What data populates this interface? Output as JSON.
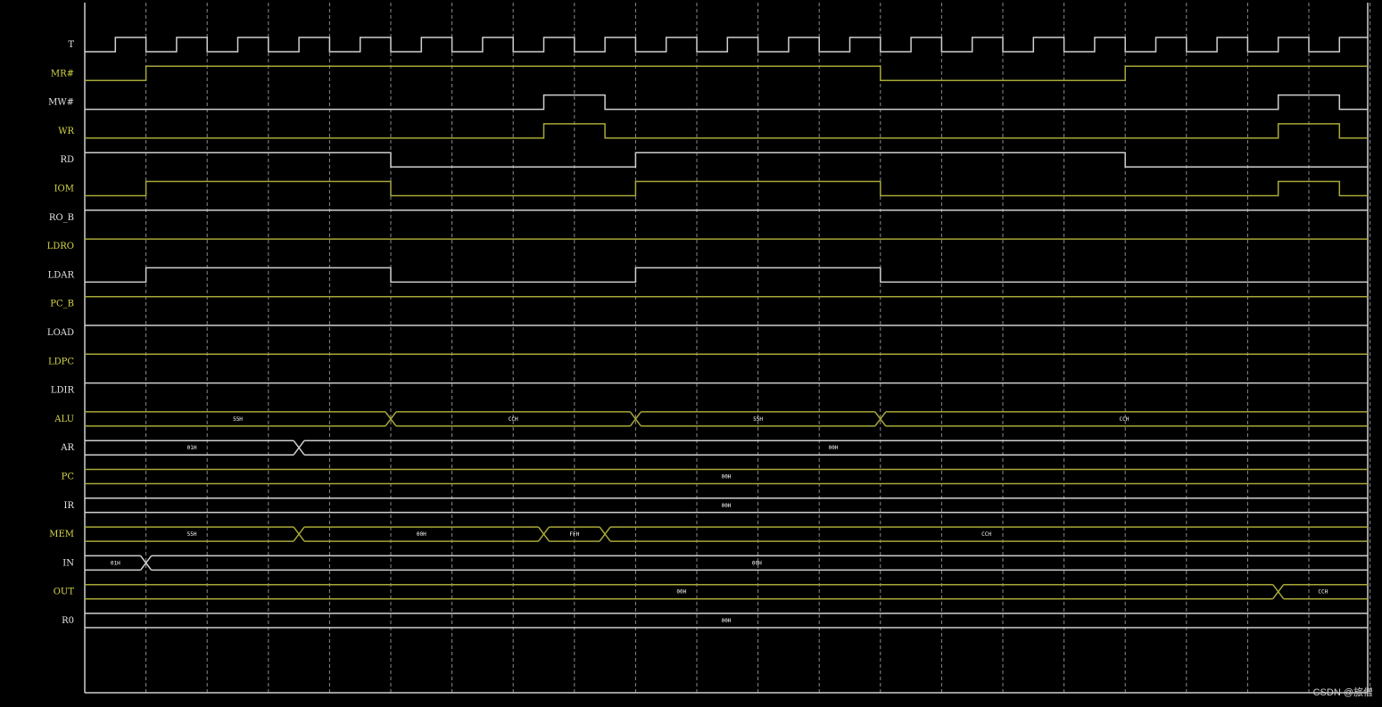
{
  "colors": {
    "background": "#000000",
    "white_signal": "#cfcfcf",
    "yellow_signal": "#a8a83a",
    "white_label": "#e4e4e4",
    "yellow_label": "#d6d64a",
    "grid": "#8a8a8a",
    "frame": "#cfcfcf"
  },
  "watermark": "CSDN @旅僧",
  "signals": [
    {
      "name": "T",
      "color": "white",
      "kind": "clock"
    },
    {
      "name": "MR#",
      "color": "yellow",
      "kind": "bit",
      "initial": 0,
      "toggles": [
        1,
        13,
        17
      ]
    },
    {
      "name": "MW#",
      "color": "white",
      "kind": "bit",
      "initial": 0,
      "toggles": [
        7.5,
        8.5,
        19.5,
        20.5
      ]
    },
    {
      "name": "WR",
      "color": "yellow",
      "kind": "bit",
      "initial": 0,
      "toggles": [
        7.5,
        8.5,
        19.5,
        20.5
      ]
    },
    {
      "name": "RD",
      "color": "white",
      "kind": "bit",
      "initial": 1,
      "toggles": [
        5,
        9,
        17
      ]
    },
    {
      "name": "IOM",
      "color": "yellow",
      "kind": "bit",
      "initial": 0,
      "toggles": [
        1,
        5,
        9,
        13,
        19.5,
        20.5
      ]
    },
    {
      "name": "RO_B",
      "color": "white",
      "kind": "bit",
      "initial": 1,
      "toggles": []
    },
    {
      "name": "LDRO",
      "color": "yellow",
      "kind": "bit",
      "initial": 1,
      "toggles": []
    },
    {
      "name": "LDAR",
      "color": "white",
      "kind": "bit",
      "initial": 0,
      "toggles": [
        1,
        5,
        9,
        13
      ]
    },
    {
      "name": "PC_B",
      "color": "yellow",
      "kind": "bit",
      "initial": 1,
      "toggles": []
    },
    {
      "name": "LOAD",
      "color": "white",
      "kind": "bit",
      "initial": 1,
      "toggles": []
    },
    {
      "name": "LDPC",
      "color": "yellow",
      "kind": "bit",
      "initial": 1,
      "toggles": []
    },
    {
      "name": "LDIR",
      "color": "white",
      "kind": "bit",
      "initial": 1,
      "toggles": []
    },
    {
      "name": "ALU",
      "color": "yellow",
      "kind": "bus",
      "transitions": [
        5,
        9,
        13
      ],
      "values": [
        "55H",
        "CCH",
        "55H",
        "CCH"
      ]
    },
    {
      "name": "AR",
      "color": "white",
      "kind": "bus",
      "transitions": [
        3.5
      ],
      "values": [
        "01H",
        "00H"
      ]
    },
    {
      "name": "PC",
      "color": "yellow",
      "kind": "bus",
      "transitions": [],
      "values": [
        "00H"
      ]
    },
    {
      "name": "IR",
      "color": "white",
      "kind": "bus",
      "transitions": [],
      "values": [
        "00H"
      ]
    },
    {
      "name": "MEM",
      "color": "yellow",
      "kind": "bus",
      "transitions": [
        3.5,
        7.5,
        8.5
      ],
      "values": [
        "55H",
        "00H",
        "FFH",
        "CCH"
      ]
    },
    {
      "name": "IN",
      "color": "white",
      "kind": "bus",
      "transitions": [
        1
      ],
      "values": [
        "01H",
        "00H"
      ]
    },
    {
      "name": "OUT",
      "color": "yellow",
      "kind": "bus",
      "transitions": [
        19.5
      ],
      "values": [
        "00H",
        "CCH"
      ]
    },
    {
      "name": "R0",
      "color": "white",
      "kind": "bus",
      "transitions": [],
      "values": [
        "00H"
      ]
    }
  ]
}
